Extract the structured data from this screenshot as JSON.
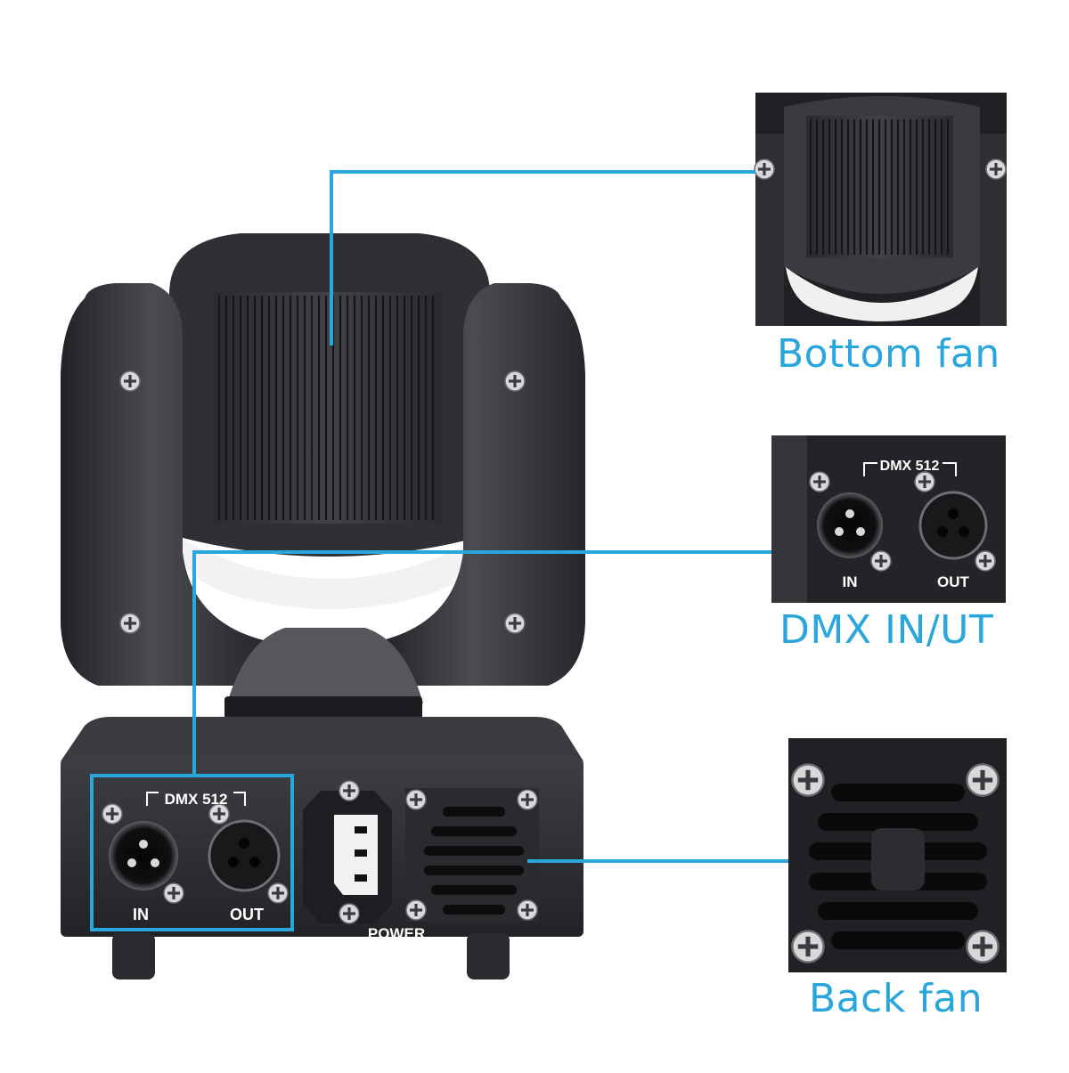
{
  "colors": {
    "accent": "#29a6dc",
    "body_dark": "#2b2c30",
    "body_mid": "#3d3f44",
    "panel": "#1e1f22",
    "metal": "#8d8f94"
  },
  "callouts": {
    "bottom_fan": "Bottom fan",
    "dmx": "DMX IN/UT",
    "back_fan": "Back fan"
  },
  "panel": {
    "dmx_header": "DMX 512",
    "in_label": "IN",
    "out_label": "OUT",
    "power_label": "POWER"
  }
}
